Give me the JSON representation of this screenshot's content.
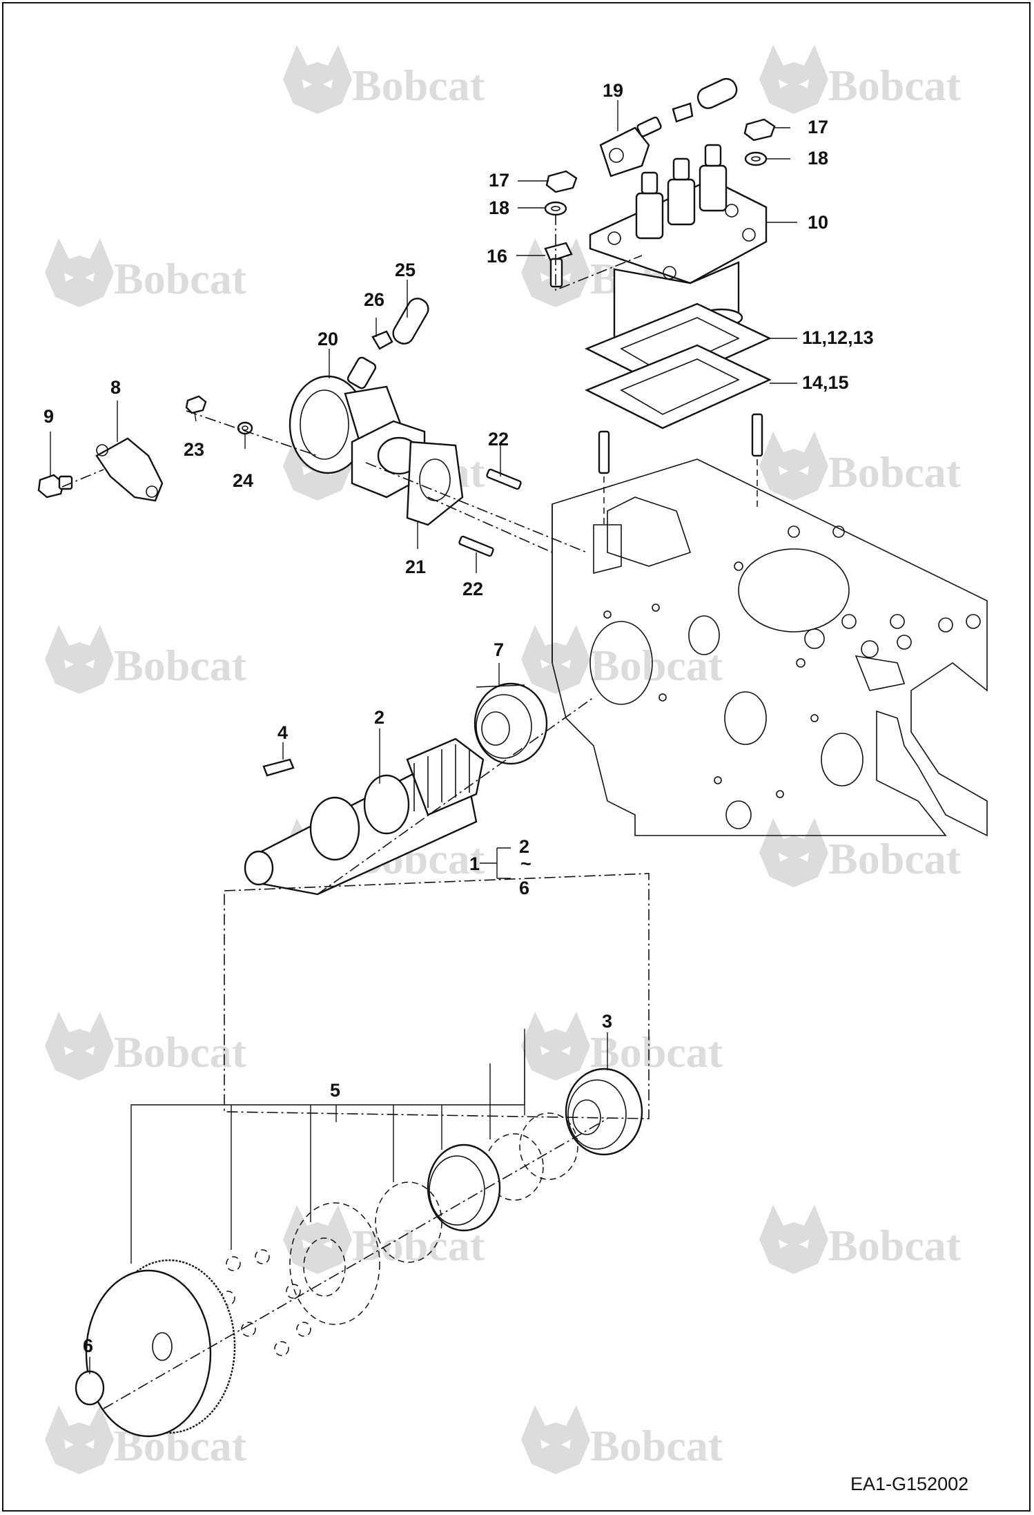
{
  "watermark": {
    "brand": "Bobcat",
    "color": "#dcdcdc",
    "icon": "bobcat-logo-icon"
  },
  "reference_code": "EA1-G152002",
  "callouts": {
    "c1": "1",
    "c2": "2",
    "c2b": "2",
    "tilde": "~",
    "c6b": "6",
    "c3": "3",
    "c4": "4",
    "c5": "5",
    "c6": "6",
    "c7": "7",
    "c8": "8",
    "c9": "9",
    "c10": "10",
    "c11_13": "11,12,13",
    "c14_15": "14,15",
    "c16": "16",
    "c17a": "17",
    "c17b": "17",
    "c18a": "18",
    "c18b": "18",
    "c19": "19",
    "c20": "20",
    "c21": "21",
    "c22a": "22",
    "c22b": "22",
    "c23": "23",
    "c24": "24",
    "c25": "25",
    "c26": "26"
  }
}
